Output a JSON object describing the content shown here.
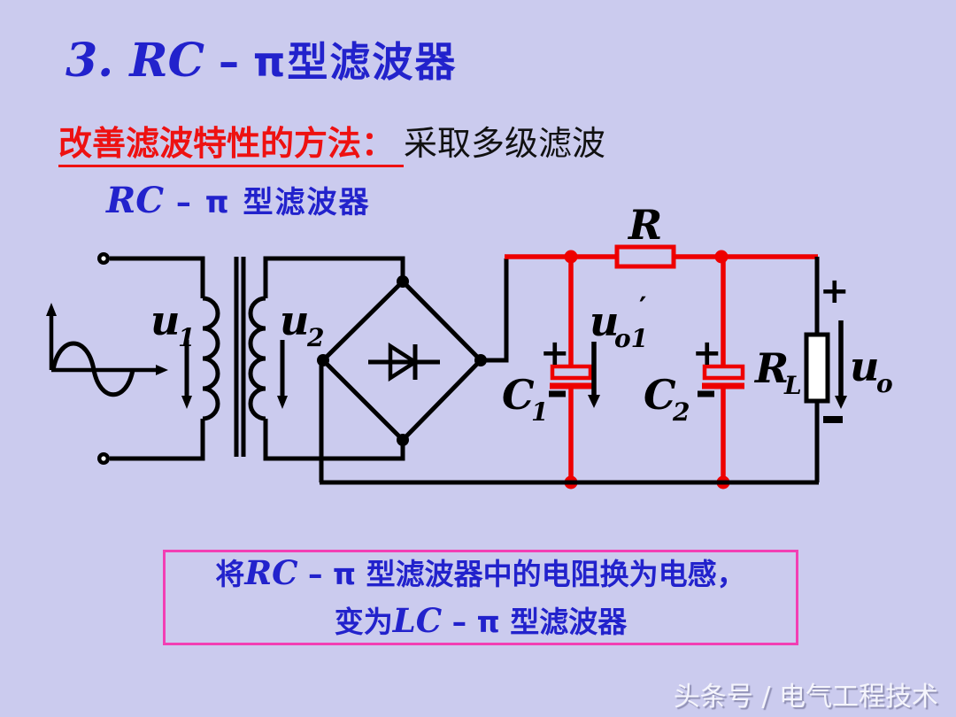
{
  "page": {
    "background": "#cbcbee"
  },
  "title": {
    "latin": "3. RC",
    "dash": " – ",
    "suffix": "π型滤波器",
    "color": "#2222cc"
  },
  "method_line": {
    "label": "改善滤波特性的方法：",
    "value": "采取多级滤波",
    "label_color": "#ee1111"
  },
  "caption": {
    "latin": "RC",
    "dash": " – ",
    "pi": "π",
    "suffix": " 型滤波器"
  },
  "circuit": {
    "labels": {
      "u1_main": "u",
      "u1_sub": "1",
      "u2_main": "u",
      "u2_sub": "2",
      "r": "R",
      "c1_main": "C",
      "c1_sub": "1",
      "c2_main": "C",
      "c2_sub": "2",
      "rl_main": "R",
      "rl_sub": "L",
      "uo1_main": "u",
      "uo1_sub": "o1",
      "uo1_prime": "′",
      "uo_main": "u",
      "uo_sub": "o",
      "plus": "+"
    },
    "colors": {
      "wire": "#000000",
      "filter_stage": "#ee0000"
    }
  },
  "note": {
    "line1": {
      "pre": "将",
      "latin": "RC",
      "dash": " – ",
      "pi": "π",
      "post": " 型滤波器中的电阻换为电感，"
    },
    "line2": {
      "pre": "变为",
      "latin": "LC",
      "dash": " – ",
      "pi": "π",
      "post": " 型滤波器"
    },
    "border_color": "#f23fb4",
    "text_color": "#2222cc"
  },
  "watermark": {
    "text": "头条号 / 电气工程技术"
  }
}
